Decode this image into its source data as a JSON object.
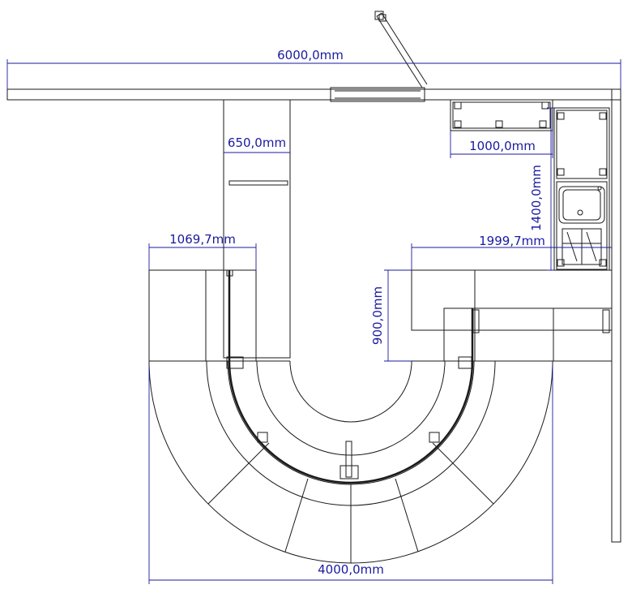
{
  "colors": {
    "dimension": "#1a1aa0",
    "line": "#1a1a1a",
    "background": "#ffffff"
  },
  "dimensions": {
    "overall_width": "6000,0mm",
    "counter_depth": "650,0mm",
    "top_cabinet": "1000,0mm",
    "side_cabinet": "1400,0mm",
    "left_arm": "1069,7mm",
    "right_arm": "1999,7mm",
    "opening": "900,0mm",
    "curve_width": "4000,0mm"
  }
}
